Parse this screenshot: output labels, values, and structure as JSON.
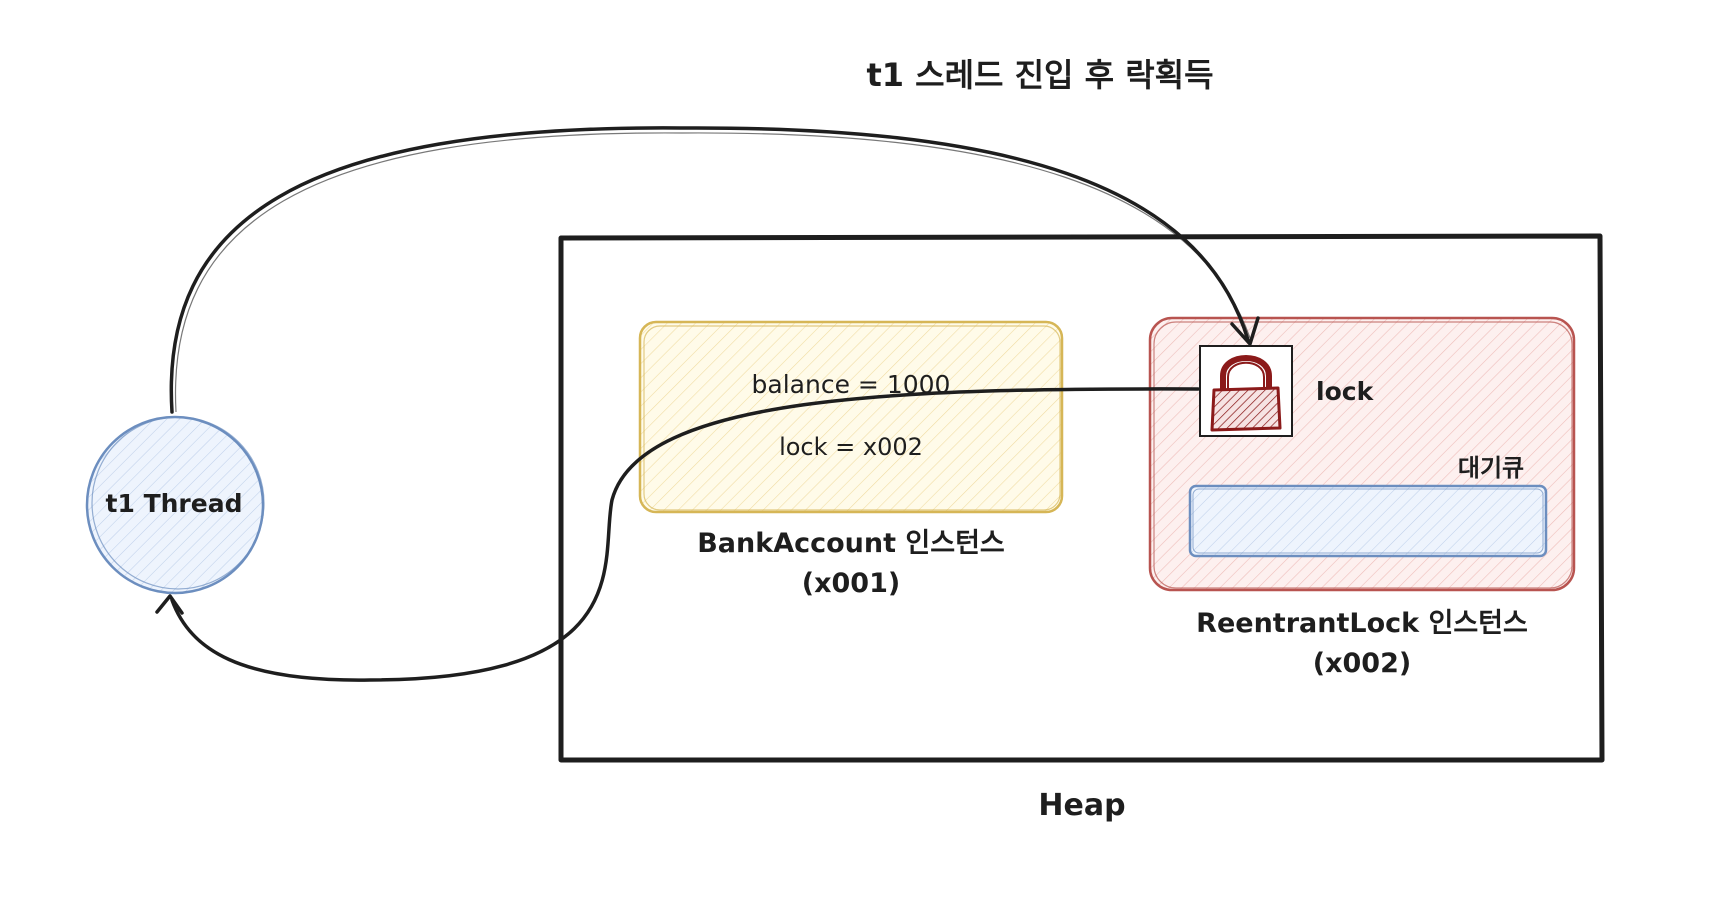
{
  "title": "t1 스레드 진입 후 락획득",
  "heap": {
    "label": "Heap"
  },
  "thread": {
    "label": "t1 Thread",
    "stroke_color": "#6c8ebf",
    "fill_color": "#dae8fc"
  },
  "bank_account": {
    "fields": [
      "balance = 1000",
      "lock = x002"
    ],
    "label_line1": "BankAccount 인스턴스",
    "label_line2": "(x001)",
    "stroke_color": "#d6b656",
    "fill_color": "#fff2cc"
  },
  "reentrant_lock": {
    "lock_label": "lock",
    "queue_label": "대기큐",
    "label_line1": "ReentrantLock 인스턴스",
    "label_line2": "(x002)",
    "stroke_color": "#b85450",
    "fill_color": "#f8cecc",
    "queue_stroke_color": "#6c8ebf",
    "queue_fill_color": "#dae8fc",
    "lock_icon": "padlock-icon",
    "lock_icon_color": "#8b1a1a"
  },
  "colors": {
    "ink": "#1e1e1e",
    "background": "#ffffff"
  }
}
